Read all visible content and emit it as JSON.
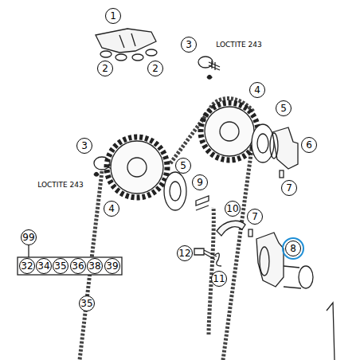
{
  "diagram": {
    "labels": [
      "1",
      "2",
      "2",
      "3",
      "LOCTITE 243",
      "4",
      "5",
      "6",
      "7",
      "3",
      "LOCTITE 243",
      "4",
      "5",
      "9",
      "10",
      "7",
      "8",
      "12",
      "11",
      "99",
      "32",
      "34",
      "35",
      "36",
      "38",
      "39",
      "35"
    ]
  }
}
